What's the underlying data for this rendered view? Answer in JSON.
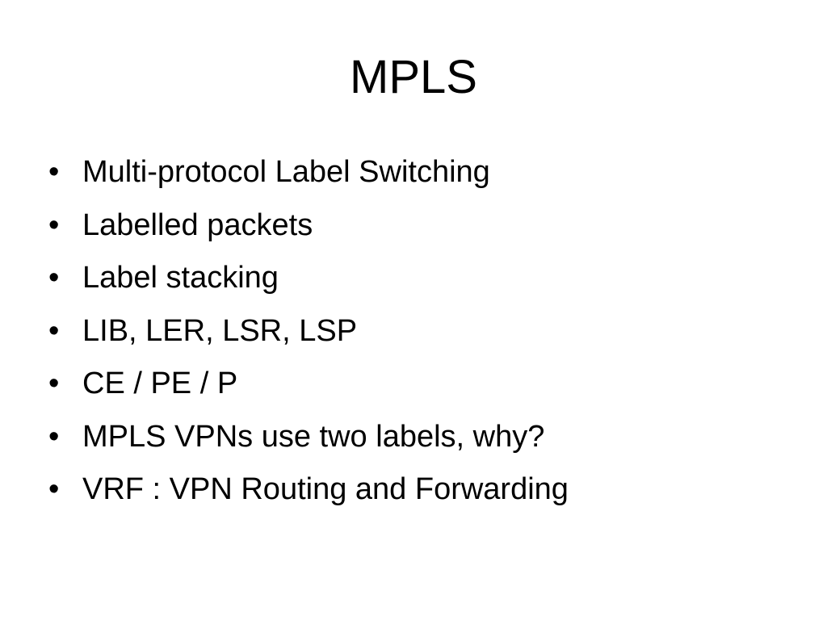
{
  "slide": {
    "title": "MPLS",
    "bullet_marker": "•",
    "bullets": [
      "Multi-protocol Label Switching",
      "Labelled packets",
      "Label stacking",
      "LIB, LER, LSR, LSP",
      "CE / PE / P",
      "MPLS VPNs use two labels, why?",
      "VRF : VPN Routing and Forwarding"
    ]
  }
}
